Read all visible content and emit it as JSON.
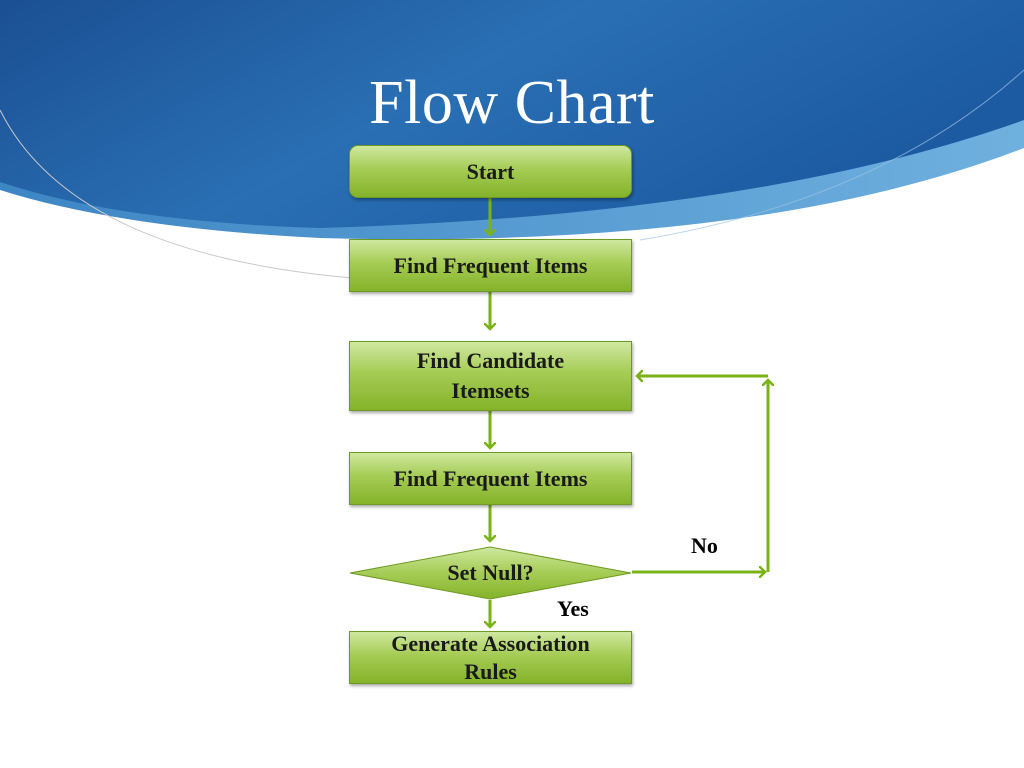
{
  "slide": {
    "title": "Flow Chart"
  },
  "colors": {
    "header_blue": "#1f5aa6",
    "header_light": "#4a90c8",
    "node_green": "#a6cc55",
    "arrow_green": "#7ab317"
  },
  "nodes": {
    "start": "Start",
    "find_frequent_items_1": "Find Frequent Items",
    "find_candidate_itemsets_line1": "Find Candidate",
    "find_candidate_itemsets_line2": "Itemsets",
    "find_frequent_items_2": "Find Frequent Items",
    "decision": "Set Null?",
    "generate_rules_line1": "Generate Association",
    "generate_rules_line2": "Rules"
  },
  "edge_labels": {
    "no": "No",
    "yes": "Yes"
  }
}
